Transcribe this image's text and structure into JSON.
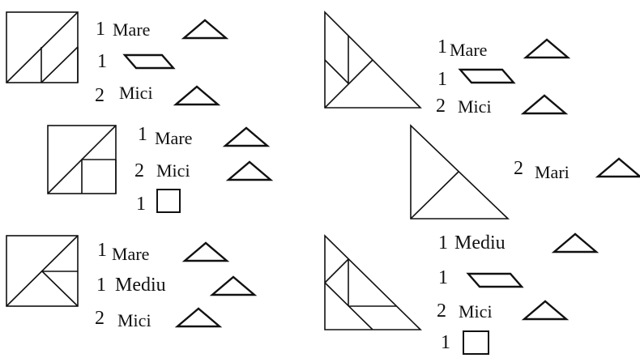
{
  "groups": [
    {
      "id": "g1",
      "rows": [
        {
          "count": "1",
          "label": "Mare",
          "piece": "triangle"
        },
        {
          "count": "1",
          "label": "",
          "piece": "parallelogram"
        },
        {
          "count": "2",
          "label": "Mici",
          "piece": "triangle"
        }
      ]
    },
    {
      "id": "g2",
      "rows": [
        {
          "count": "1",
          "label": "Mare",
          "piece": "triangle"
        },
        {
          "count": "1",
          "label": "",
          "piece": "parallelogram"
        },
        {
          "count": "2",
          "label": "Mici",
          "piece": "triangle"
        }
      ]
    },
    {
      "id": "g3",
      "rows": [
        {
          "count": "1",
          "label": "Mare",
          "piece": "triangle"
        },
        {
          "count": "2",
          "label": "Mici",
          "piece": "triangle"
        },
        {
          "count": "1",
          "label": "",
          "piece": "square"
        }
      ]
    },
    {
      "id": "g4",
      "rows": [
        {
          "count": "2",
          "label": "Mari",
          "piece": "triangle"
        }
      ]
    },
    {
      "id": "g5",
      "rows": [
        {
          "count": "1",
          "label": "Mare",
          "piece": "triangle"
        },
        {
          "count": "1",
          "label": "Mediu",
          "piece": "triangle"
        },
        {
          "count": "2",
          "label": "Mici",
          "piece": "triangle"
        }
      ]
    },
    {
      "id": "g6",
      "rows": [
        {
          "count": "1",
          "label": "Mediu",
          "piece": "triangle"
        },
        {
          "count": "1",
          "label": "",
          "piece": "parallelogram"
        },
        {
          "count": "2",
          "label": "Mici",
          "piece": "triangle"
        },
        {
          "count": "1",
          "label": "",
          "piece": "square"
        }
      ]
    }
  ],
  "style": {
    "stroke": "#111111",
    "background": "#ffffff"
  }
}
